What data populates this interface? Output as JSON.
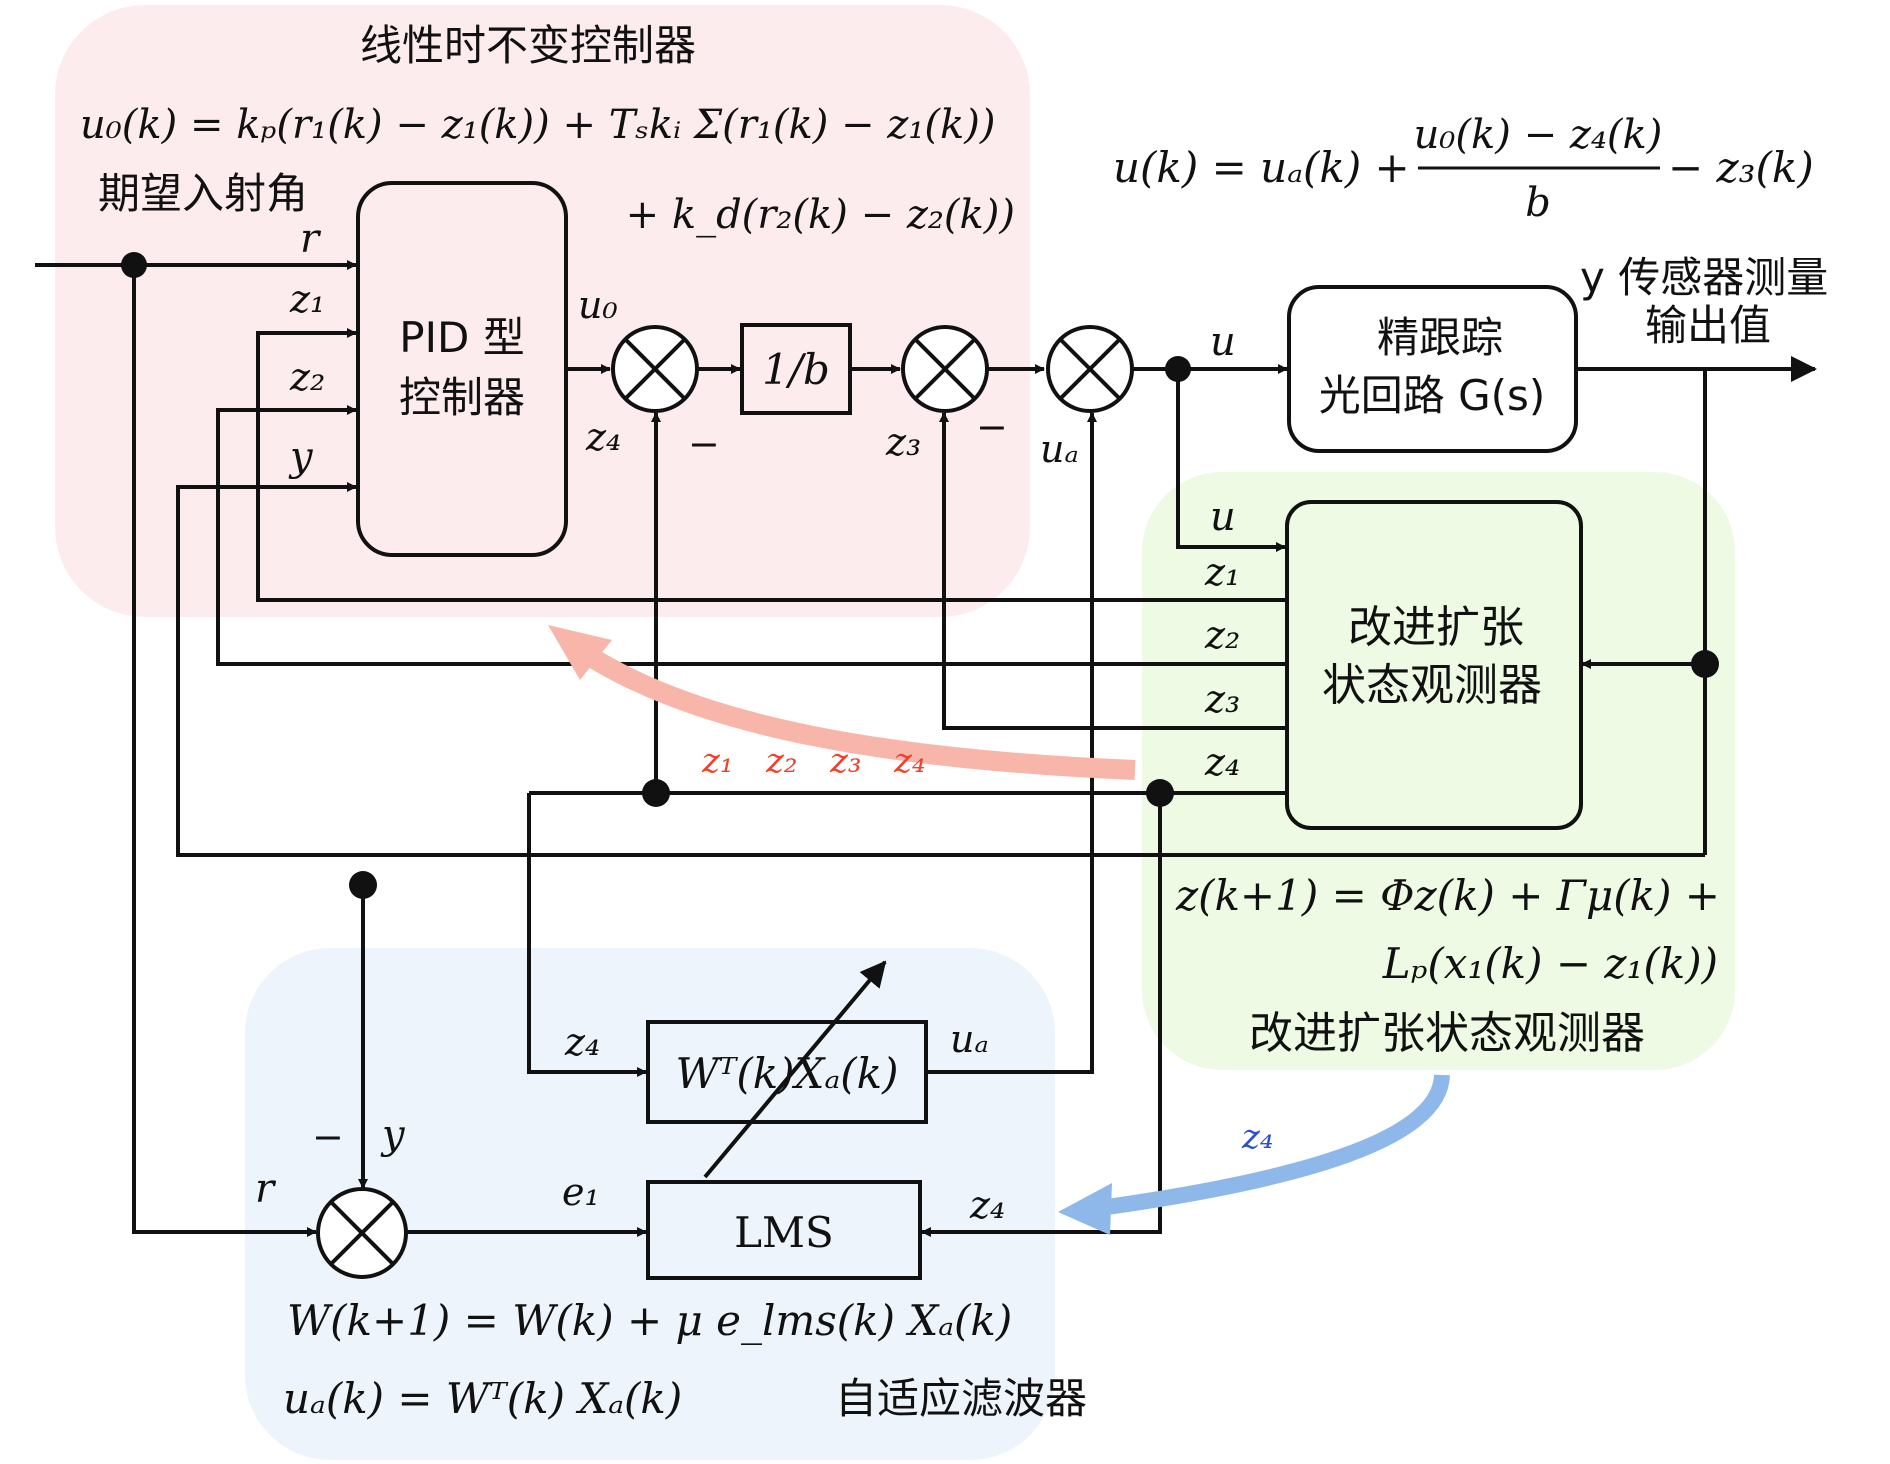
{
  "regions": {
    "lti": {
      "title": "线性时不变控制器",
      "color": "#fdecee"
    },
    "eso": {
      "title": "改进扩张状态观测器",
      "color": "#eefae3"
    },
    "adaptive": {
      "title": "自适应滤波器",
      "color": "#eef4fb"
    }
  },
  "equations": {
    "pid_line1": "u₀(k) = kₚ(r₁(k) − z₁(k)) + Tₛkᵢ Σ(r₁(k) − z₁(k))",
    "pid_line2": "+ k_d(r₂(k) − z₂(k))",
    "control_lhs": "u(k) = uₐ(k) +",
    "control_num": "u₀(k) − z₄(k)",
    "control_den": "b",
    "control_tail": "− z₃(k)",
    "eso_line1": "z(k+1) = Φz(k) + Γμ(k) +",
    "eso_line2": "Lₚ(x₁(k) − z₁(k))",
    "lms_update": "W(k+1) = W(k) + μ e_lms(k) Xₐ(k)",
    "adaptive_output": "uₐ(k) = Wᵀ(k) Xₐ(k)"
  },
  "labels": {
    "desired_angle": "期望入射角",
    "sensor_output_line1": "y 传感器测量",
    "sensor_output_line2": "输出值"
  },
  "blocks": {
    "pid": {
      "line1": "PID 型",
      "line2": "控制器"
    },
    "inv_b": "1/b",
    "plant": {
      "line1": "精跟踪",
      "line2": "光回路 G(s)"
    },
    "eso": {
      "line1": "改进扩张",
      "line2": "状态观测器"
    },
    "filter": "Wᵀ(k)Xₐ(k)",
    "lms": "LMS"
  },
  "signals": {
    "r": "r",
    "z1": "z₁",
    "z2": "z₂",
    "z3": "z₃",
    "z4": "z₄",
    "y": "y",
    "u0": "u₀",
    "u": "u",
    "ua": "uₐ",
    "e1": "e₁",
    "minus": "−"
  },
  "highlight": {
    "red_labels": [
      "z₁",
      "z₂",
      "z₃",
      "z₄"
    ],
    "red_color": "#f0402e",
    "red_arrow_color": "#f8b6ab",
    "blue_label": "z₄",
    "blue_color": "#2a4fd0",
    "blue_arrow_color": "#8fb8ea"
  }
}
